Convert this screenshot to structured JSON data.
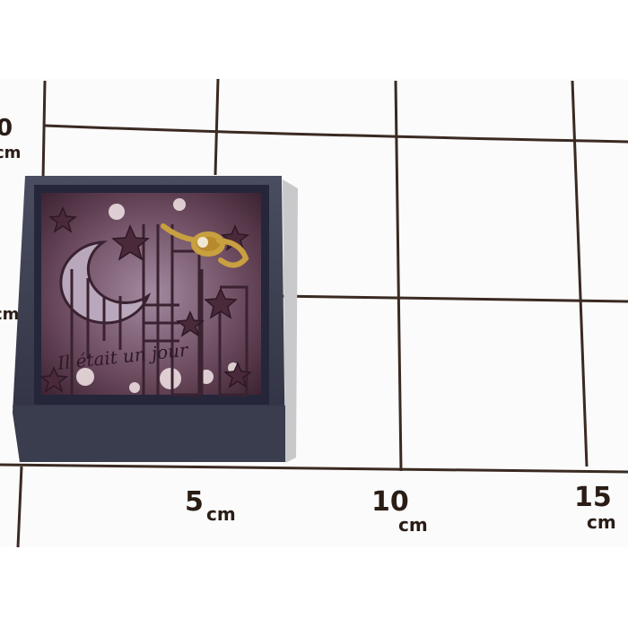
{
  "ruler": {
    "mark_0": "0",
    "mark_0_unit": "cm",
    "mark_side_unit": "cm",
    "mark_5": "5",
    "mark_5_unit": "cm",
    "mark_10": "10",
    "mark_10_unit": "cm",
    "mark_15": "15",
    "mark_15_unit": "cm"
  },
  "box_art": {
    "lettering": "Il était un jour"
  },
  "colors": {
    "paper": "#fbfbfb",
    "grid_line": "#3a2a22",
    "box_frame": "#3e4152",
    "box_inner": "#2f3140",
    "glass_art": "#6b4a5e",
    "gold": "#c9a040"
  }
}
